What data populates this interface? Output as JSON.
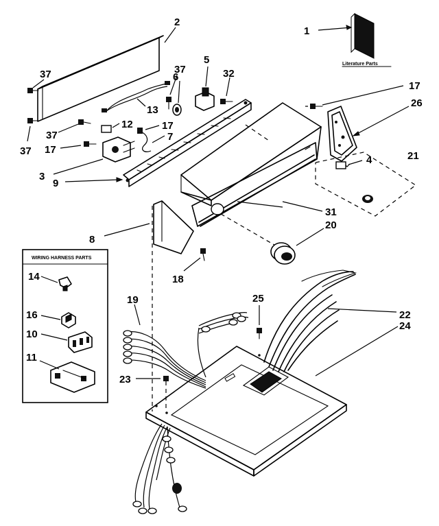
{
  "labels": {
    "n1": "1",
    "n2": "2",
    "n3": "3",
    "n4": "4",
    "n5": "5",
    "n6": "6",
    "n7": "7",
    "n8": "8",
    "n9": "9",
    "n10": "10",
    "n11": "11",
    "n12": "12",
    "n13": "13",
    "n14": "14",
    "n16": "16",
    "n17a": "17",
    "n17b": "17",
    "n17c": "17",
    "n18": "18",
    "n19": "19",
    "n20": "20",
    "n21": "21",
    "n22": "22",
    "n23": "23",
    "n24": "24",
    "n25": "25",
    "n26": "26",
    "n31": "31",
    "n32": "32",
    "n37a": "37",
    "n37b": "37",
    "n37c": "37",
    "n37d": "37"
  },
  "captions": {
    "literature_parts": "Literature Parts",
    "wiring_harness_parts": "WIRING HARNESS PARTS"
  }
}
